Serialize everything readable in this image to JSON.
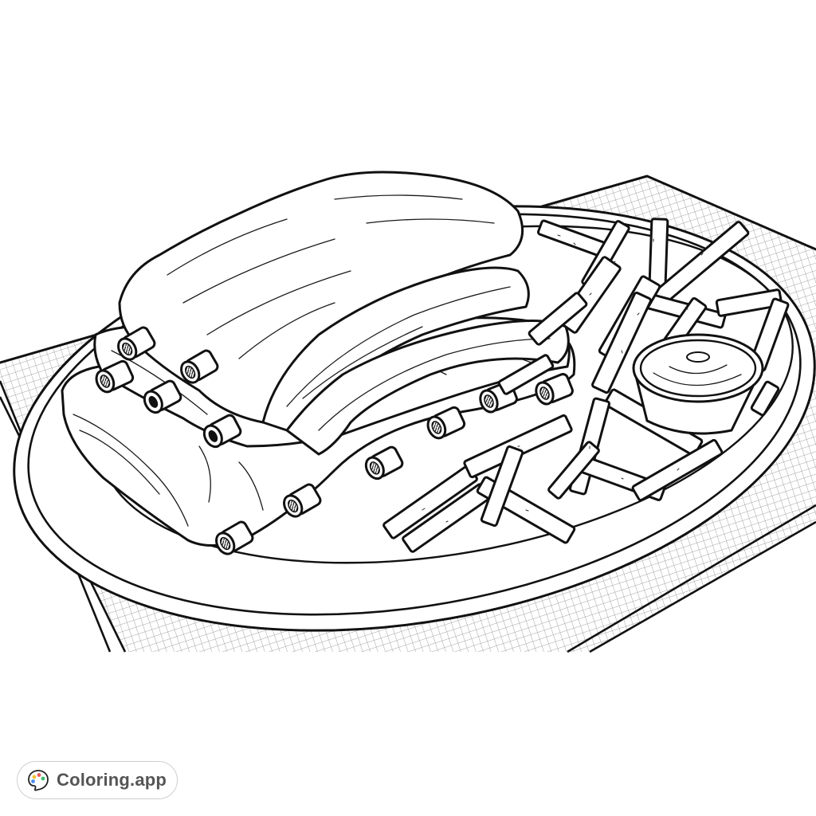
{
  "scene": {
    "title": "BBQ ribs with fries and dipping sauce coloring page",
    "subjects": [
      "rack-of-ribs",
      "french-fries",
      "dipping-sauce-cup",
      "oval-plate",
      "checkered-placemat"
    ],
    "style": "black line art on white"
  },
  "colors": {
    "background": "#ffffff",
    "line": "#111111",
    "mat_grid": "#9a9a9a",
    "badge_border": "#cfcfcf",
    "badge_text": "#555555",
    "palette_dots": [
      "#f2c12e",
      "#e85a5a",
      "#4a8ef0",
      "#3dbd6b"
    ]
  },
  "badge": {
    "label": "Coloring.app",
    "icon": "palette-icon"
  }
}
